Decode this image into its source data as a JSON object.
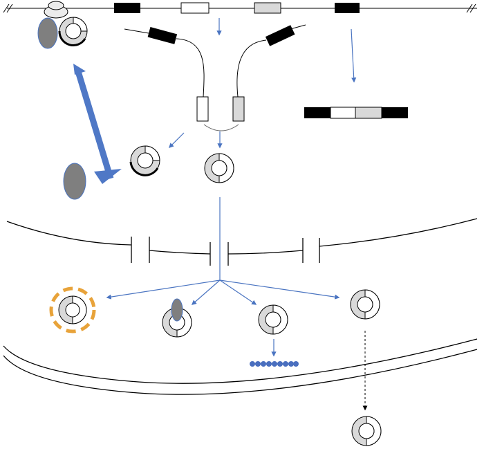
{
  "colors": {
    "line": "#000000",
    "arrow": "#4a74c1",
    "thick_arrow": "#4f78c6",
    "light_fill": "#d9d9d9",
    "oval_fill": "#7f7f7f",
    "dash_ring": "#e8a33a",
    "beads": "#4a6fbf",
    "white": "#ffffff"
  },
  "gene": {
    "segments": [
      "black",
      "white",
      "light",
      "black"
    ]
  },
  "icons": {
    "ribosome": "ribosome-icon",
    "protein": "ring-protein-icon",
    "oval": "oval-icon",
    "beads": "bead-chain-icon"
  }
}
